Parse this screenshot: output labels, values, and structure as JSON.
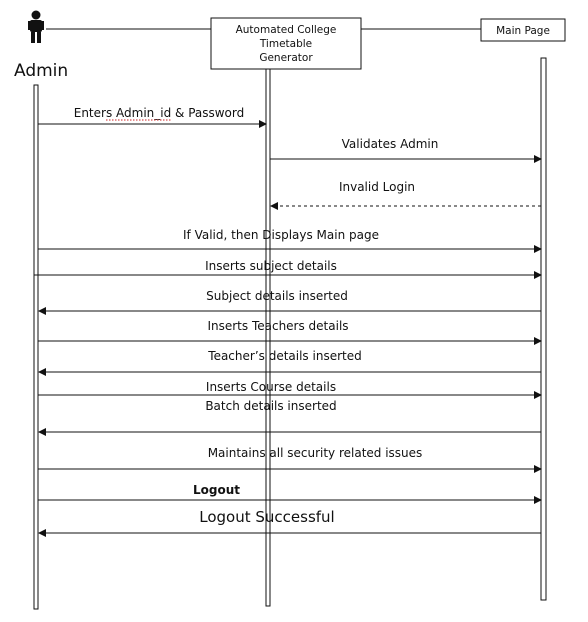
{
  "participants": {
    "admin": {
      "label": "Admin"
    },
    "system": {
      "lines": [
        "Automated College",
        "Timetable",
        "Generator"
      ]
    },
    "main_page": {
      "label": "Main Page"
    }
  },
  "messages": [
    {
      "id": "m1",
      "text": "Enters Admin_id & Password",
      "from": "admin",
      "to": "system",
      "style": "solid",
      "bold": false,
      "underline_word": "Admin_id"
    },
    {
      "id": "m2",
      "text": "Validates Admin",
      "from": "system",
      "to": "main_page",
      "style": "solid",
      "bold": false
    },
    {
      "id": "m3",
      "text": "Invalid Login",
      "from": "main_page",
      "to": "system",
      "style": "dashed",
      "bold": false
    },
    {
      "id": "m4",
      "text": "If Valid, then Displays Main page",
      "from": "admin",
      "to": "main_page",
      "style": "solid",
      "bold": false
    },
    {
      "id": "m5",
      "text": "Inserts subject details",
      "from": "admin",
      "to": "main_page",
      "style": "solid",
      "bold": false
    },
    {
      "id": "m6",
      "text": "Subject details inserted",
      "from": "main_page",
      "to": "admin",
      "style": "solid",
      "bold": false
    },
    {
      "id": "m7",
      "text": "Inserts Teachers details",
      "from": "admin",
      "to": "main_page",
      "style": "solid",
      "bold": false
    },
    {
      "id": "m8",
      "text": "Teacher’s details inserted",
      "from": "main_page",
      "to": "admin",
      "style": "solid",
      "bold": false
    },
    {
      "id": "m9",
      "text": "Inserts Course details",
      "from": "admin",
      "to": "main_page",
      "style": "solid",
      "bold": false
    },
    {
      "id": "m10",
      "text": "Batch details inserted",
      "from": "main_page",
      "to": "admin",
      "style": "solid",
      "bold": false
    },
    {
      "id": "m11",
      "text": "Maintains all security related issues",
      "from": "admin",
      "to": "main_page",
      "style": "solid",
      "bold": false
    },
    {
      "id": "m12",
      "text": "Logout",
      "from": "admin",
      "to": "main_page",
      "style": "solid",
      "bold": true
    },
    {
      "id": "m13",
      "text": "Logout Successful",
      "from": "main_page",
      "to": "admin",
      "style": "solid",
      "bold": false,
      "large": true
    }
  ],
  "colors": {
    "line": "#111111",
    "text": "#111111",
    "underline": "#cc2222"
  },
  "icons": {
    "admin": "person-icon"
  }
}
